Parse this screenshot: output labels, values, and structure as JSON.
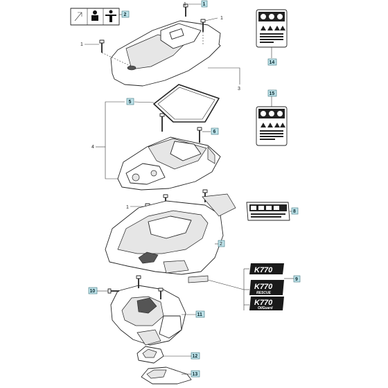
{
  "header_caption": "",
  "callouts": [
    {
      "id": "c1",
      "label": "1",
      "style": "plain"
    },
    {
      "id": "c1b",
      "label": "1",
      "style": "plain"
    },
    {
      "id": "c1c",
      "label": "1",
      "style": "plain"
    },
    {
      "id": "c1d",
      "label": "1",
      "style": "plain"
    },
    {
      "id": "c2",
      "label": "2",
      "style": "boxed"
    },
    {
      "id": "c2b",
      "label": "2",
      "style": "plain"
    },
    {
      "id": "c3",
      "label": "3",
      "style": "plain"
    },
    {
      "id": "c4",
      "label": "4",
      "style": "plain"
    },
    {
      "id": "c5",
      "label": "5",
      "style": "boxed"
    },
    {
      "id": "c6",
      "label": "6",
      "style": "boxed"
    },
    {
      "id": "c8",
      "label": "8",
      "style": "boxed"
    },
    {
      "id": "c9",
      "label": "9",
      "style": "boxed"
    },
    {
      "id": "c10",
      "label": "10",
      "style": "boxed"
    },
    {
      "id": "c11",
      "label": "11",
      "style": "boxed"
    },
    {
      "id": "c12",
      "label": "12",
      "style": "boxed"
    },
    {
      "id": "c13",
      "label": "13",
      "style": "boxed"
    },
    {
      "id": "c14",
      "label": "14",
      "style": "boxed"
    },
    {
      "id": "c15",
      "label": "15",
      "style": "boxed"
    }
  ],
  "decals": {
    "k770_1": {
      "model": "K770",
      "sub": ""
    },
    "k770_2": {
      "model": "K770",
      "sub": "RESCUE"
    },
    "k770_3": {
      "model": "K770",
      "sub": "OilGuard"
    }
  },
  "colors": {
    "callout_fill": "#bfe3ea",
    "line": "#222222",
    "decal_dark": "#1a1a1a"
  }
}
